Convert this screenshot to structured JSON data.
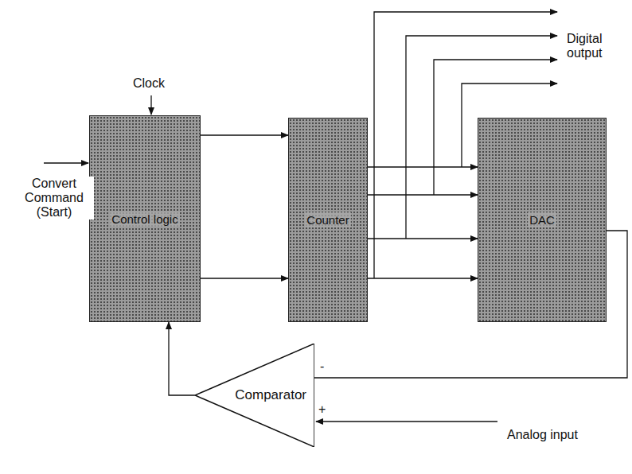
{
  "diagram": {
    "nodes": [
      {
        "text": [
          "Control logic"
        ]
      },
      {
        "text": [
          "Counter"
        ]
      },
      {
        "text": [
          "DAC"
        ]
      },
      {
        "text": [
          "Comparator"
        ]
      }
    ],
    "edges": [
      {
        "from": 0,
        "to": 1,
        "arrow": "to"
      },
      {
        "from": 0,
        "to": 1,
        "arrow": "to"
      },
      {
        "from": 1,
        "to": 2,
        "arrow": "to"
      },
      {
        "from": 1,
        "to": 2,
        "arrow": "to"
      },
      {
        "from": 1,
        "to": 2,
        "arrow": "to"
      },
      {
        "from": 1,
        "to": 2,
        "arrow": "to"
      },
      {
        "from": 2,
        "to": 3,
        "arrow": "none"
      },
      {
        "from": 3,
        "to": 0,
        "arrow": "to"
      }
    ],
    "labels": [
      "Clock",
      "Digital output",
      "Convert Command (Start)",
      "-",
      "+",
      "Analog input"
    ]
  }
}
